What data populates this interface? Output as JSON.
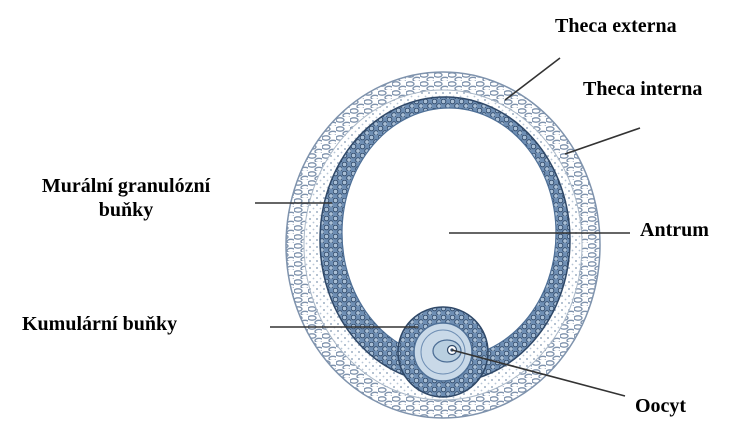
{
  "labels": {
    "theca_externa": "Theca externa",
    "theca_interna": "Theca interna",
    "muralni_line1": "Murální granulózní",
    "muralni_line2": "buňky",
    "antrum": "Antrum",
    "kumularni": "Kumulární buňky",
    "oocyt": "Oocyt"
  },
  "colors": {
    "theca_externa_cells": "#7f93ad",
    "theca_interna_dots": "#9fb0c4",
    "granulosa_cells": "#4e6f96",
    "granulosa_outline": "#2f4868",
    "oocyte_fill": "#b9cfe0",
    "leader_line": "#333333"
  }
}
